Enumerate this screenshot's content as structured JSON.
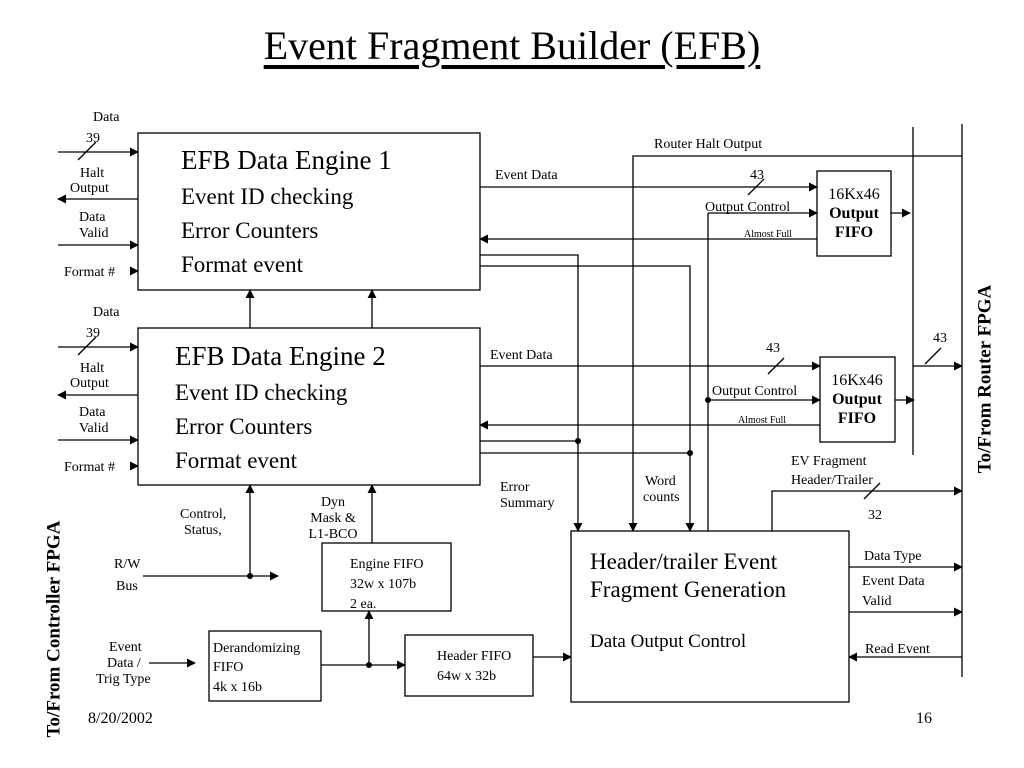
{
  "title": "Event Fragment Builder (EFB)",
  "footer": {
    "date": "8/20/2002",
    "page": "16"
  },
  "side_labels": {
    "left": "To/From Controller FPGA",
    "right": "To/From Router FPGA"
  },
  "engine1": {
    "title": "EFB Data Engine 1",
    "lines": [
      "Event ID checking",
      "Error Counters",
      "Format event"
    ],
    "inputs": {
      "data": "Data",
      "width": "39",
      "halt": [
        "Halt",
        "Output"
      ],
      "valid": [
        "Data",
        "Valid"
      ],
      "format": "Format #"
    }
  },
  "engine2": {
    "title": "EFB Data Engine 2",
    "lines": [
      "Event ID checking",
      "Error Counters",
      "Format event"
    ],
    "inputs": {
      "data": "Data",
      "width": "39",
      "halt": [
        "Halt",
        "Output"
      ],
      "valid": [
        "Data",
        "Valid"
      ],
      "format": "Format #"
    }
  },
  "output_fifo1": {
    "lines": [
      "16Kx46",
      "Output",
      "FIFO"
    ],
    "event_data": "Event Data",
    "width": "43",
    "control": "Output Control",
    "almost_full": "Almost Full"
  },
  "output_fifo2": {
    "lines": [
      "16Kx46",
      "Output",
      "FIFO"
    ],
    "event_data": "Event Data",
    "width": "43",
    "control": "Output Control",
    "almost_full": "Almost Full"
  },
  "router": {
    "halt_output": "Router Halt Output",
    "out_width": "43"
  },
  "header_trailer": {
    "lines": [
      "Header/trailer Event",
      "Fragment Generation"
    ],
    "sub": "Data Output Control",
    "ev_fragment": [
      "EV Fragment",
      "Header/Trailer"
    ],
    "ev_width": "32",
    "data_type": "Data Type",
    "event_data_valid": [
      "Event Data",
      "Valid"
    ],
    "read_event": "Read Event"
  },
  "labels": {
    "error_summary": [
      "Error",
      "Summary"
    ],
    "word_counts": [
      "Word",
      "counts"
    ],
    "control_status": [
      "Control,",
      "Status,"
    ],
    "dyn_mask": [
      "Dyn",
      "Mask &",
      "L1-BCO"
    ],
    "rw_bus": [
      "R/W",
      "Bus"
    ],
    "event_input": [
      "Event",
      "Data /",
      "Trig Type"
    ]
  },
  "engine_fifo": [
    "Engine FIFO",
    "32w x 107b",
    "2 ea."
  ],
  "derand_fifo": [
    "Derandomizing",
    "FIFO",
    "4k x 16b"
  ],
  "header_fifo": [
    "Header FIFO",
    "64w x 32b"
  ],
  "colors": {
    "dyn_mask": "#2222aa",
    "line": "#000000"
  }
}
